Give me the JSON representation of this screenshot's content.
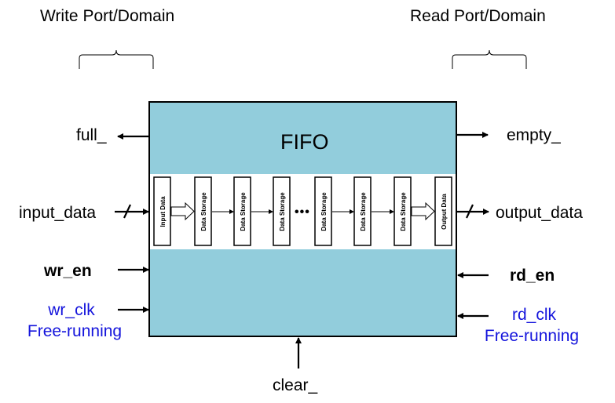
{
  "headings": {
    "write": "Write Port/Domain",
    "read": "Read Port/Domain"
  },
  "fifo": {
    "title": "FIFO",
    "stages": {
      "input": "Input Data",
      "storage": "Data Storage",
      "output": "Output Data",
      "ellipsis": "•••"
    }
  },
  "signals": {
    "full": "full_",
    "empty": "empty_",
    "input_data": "input_data",
    "output_data": "output_data",
    "wr_en": "wr_en",
    "rd_en": "rd_en",
    "wr_clk": "wr_clk",
    "rd_clk": "rd_clk",
    "wr_free": "Free-running",
    "rd_free": "Free-running",
    "clear": "clear_"
  },
  "colors": {
    "fifo_fill": "#92cddc",
    "clock_text": "#1414dc",
    "lines": "#000000"
  }
}
